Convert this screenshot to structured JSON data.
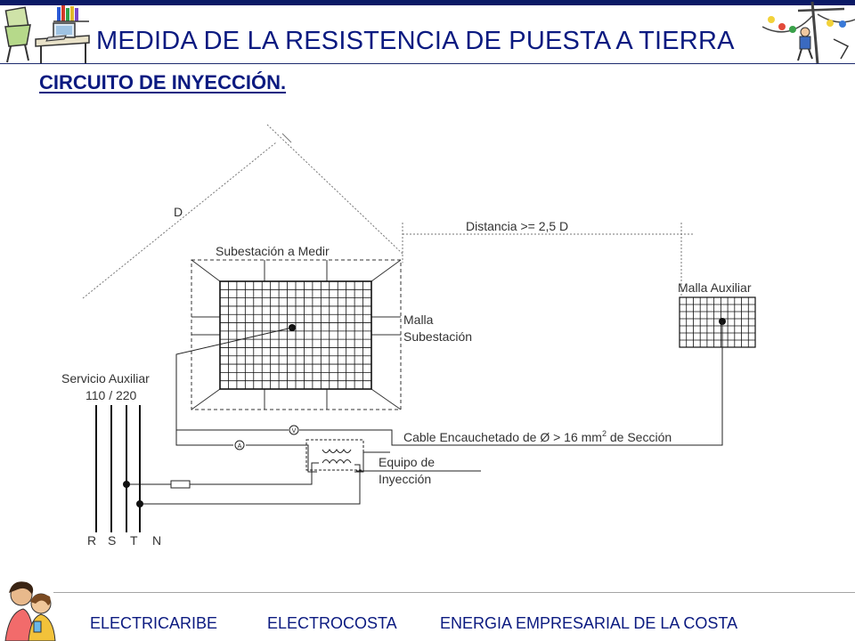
{
  "header": {
    "title": "MEDIDA DE LA RESISTENCIA DE PUESTA A TIERRA",
    "subtitle": "CIRCUITO DE INYECCIÓN."
  },
  "diagram": {
    "label_d": "D",
    "label_distance": "Distancia >= 2,5 D",
    "label_substation": "Subestación a Medir",
    "label_mesh_line1": "Malla",
    "label_mesh_line2": "Subestación",
    "label_aux_mesh": "Malla Auxiliar",
    "label_aux_service_line1": "Servicio Auxiliar",
    "label_aux_service_line2": "110 / 220",
    "label_cable_prefix": "Cable Encauchetado de Ø > 16 mm",
    "label_cable_sup": "2",
    "label_cable_suffix": " de Sección",
    "label_equipment_line1": "Equipo de",
    "label_equipment_line2": "Inyección",
    "meter_voltmeter": "V",
    "meter_ammeter": "A",
    "phase_r": "R",
    "phase_s": "S",
    "phase_t": "T",
    "phase_n": "N"
  },
  "footer": {
    "company_1": "ELECTRICARIBE",
    "company_2": "ELECTROCOSTA",
    "company_3": "ENERGIA  EMPRESARIAL DE LA COSTA"
  },
  "colors": {
    "title": "#0b1a80",
    "topbar": "#0b1a66"
  },
  "icons": [
    "desk-computer-clipart-icon",
    "lineman-on-pole-clipart-icon",
    "children-clipart-icon"
  ]
}
